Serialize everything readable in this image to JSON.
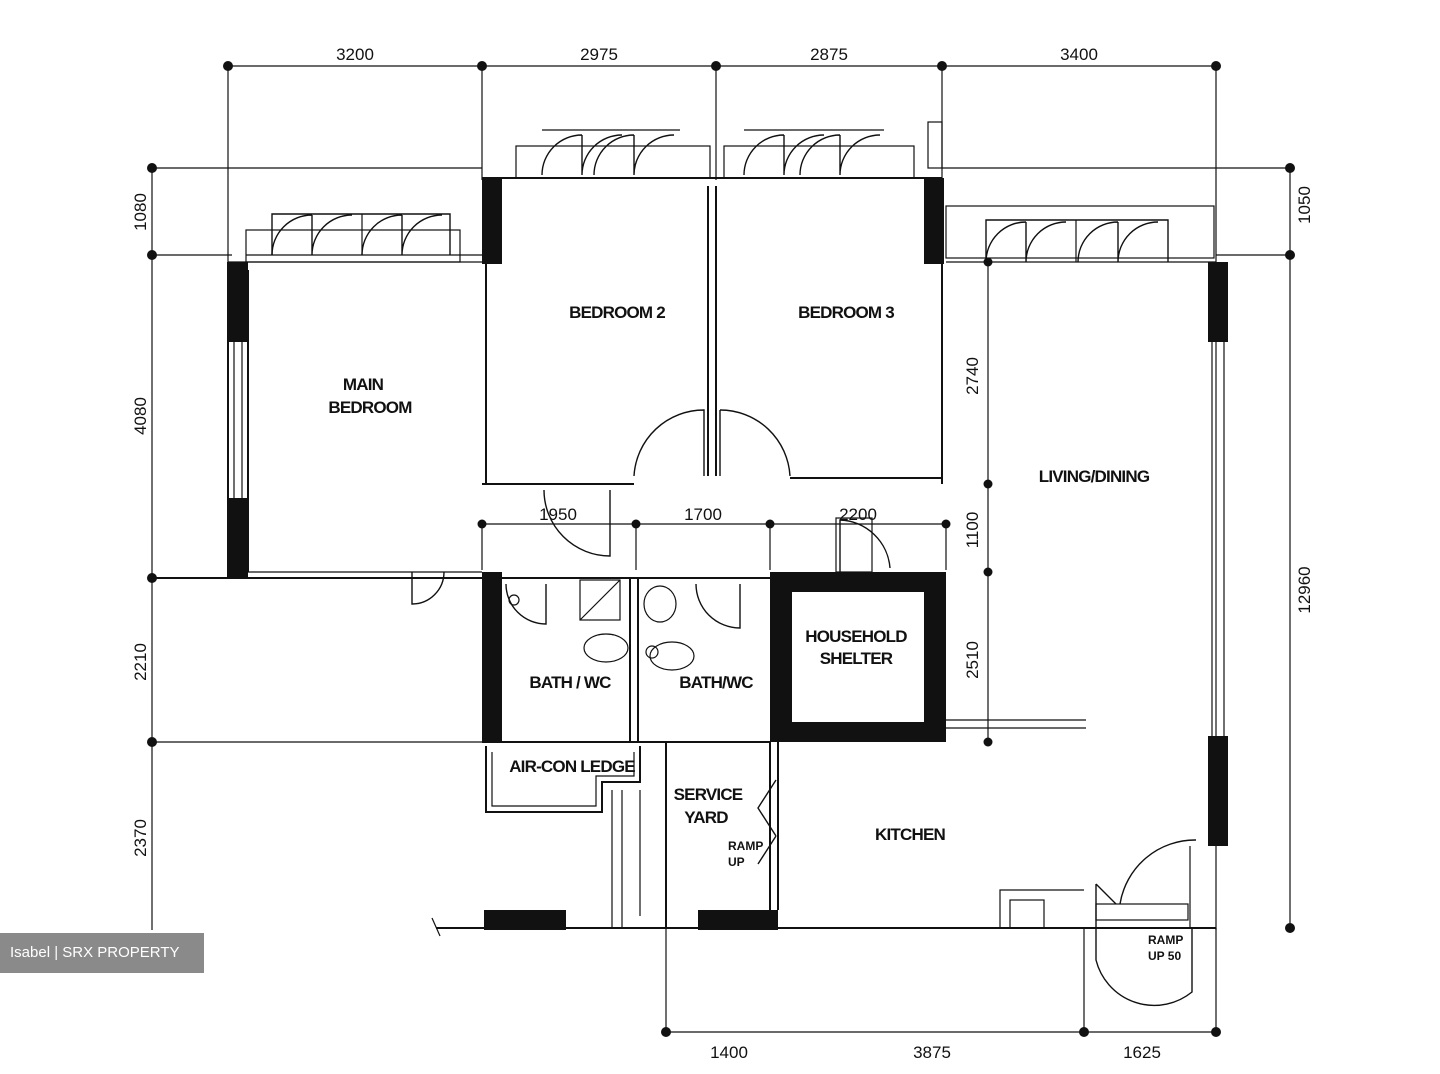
{
  "rooms": {
    "main_bedroom_line1": "MAIN",
    "main_bedroom_line2": "BEDROOM",
    "bedroom2": "BEDROOM 2",
    "bedroom3": "BEDROOM 3",
    "living_dining": "LIVING/DINING",
    "bath_wc_1": "BATH / WC",
    "bath_wc_2": "BATH/WC",
    "household_shelter_line1": "HOUSEHOLD",
    "household_shelter_line2": "SHELTER",
    "aircon_ledge": "AIR-CON LEDGE",
    "service_yard_line1": "SERVICE",
    "service_yard_line2": "YARD",
    "kitchen": "KITCHEN",
    "ramp_up_1_line1": "RAMP",
    "ramp_up_1_line2": "UP",
    "ramp_up_2_line1": "RAMP",
    "ramp_up_2_line2": "UP  50"
  },
  "dimensions": {
    "top": [
      "3200",
      "2975",
      "2875",
      "3400"
    ],
    "left": [
      "1080",
      "4080",
      "2210",
      "2370"
    ],
    "right_top": "1050",
    "right_total": "12960",
    "inner": [
      "1950",
      "1700",
      "2200"
    ],
    "inner_vertical": [
      "2740",
      "1100",
      "2510"
    ],
    "bottom": [
      "1400",
      "3875",
      "1625"
    ]
  },
  "watermark": "Isabel | SRX PROPERTY"
}
